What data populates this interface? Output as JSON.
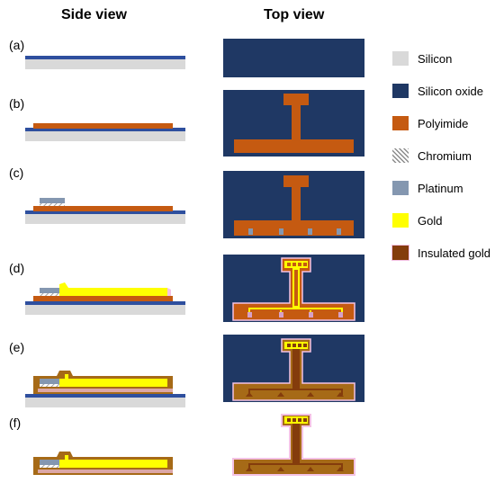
{
  "headers": {
    "side": "Side view",
    "top": "Top view"
  },
  "steps": [
    "(a)",
    "(b)",
    "(c)",
    "(d)",
    "(e)",
    "(f)"
  ],
  "legend": [
    {
      "label": "Silicon",
      "color": "#d9d9d9"
    },
    {
      "label": "Silicon oxide",
      "color": "#1f3864"
    },
    {
      "label": "Polyimide",
      "color": "#c55a11"
    },
    {
      "label": "Chromium",
      "color": "#bfbfbf",
      "pattern": "hatch"
    },
    {
      "label": "Platinum",
      "color": "#8497b0"
    },
    {
      "label": "Gold",
      "color": "#ffff00"
    },
    {
      "label": "Insulated gold",
      "color": "#843c0c"
    }
  ],
  "colors": {
    "silicon": "#d9d9d9",
    "oxide": "#1f3864",
    "oxide_line": "#2e4f9e",
    "polyimide": "#c55a11",
    "platinum": "#8497b0",
    "gold": "#ffff00",
    "insulated_gold": "#843c0c",
    "insulation_glow": "#f4c2e4"
  }
}
